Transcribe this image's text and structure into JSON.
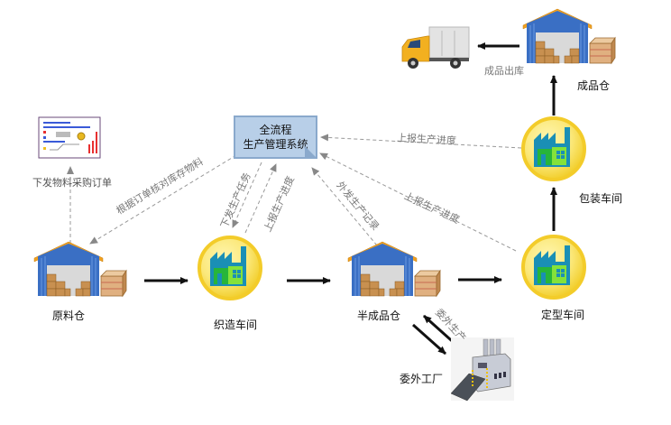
{
  "system": {
    "line1": "全流程",
    "line2": "生产管理系统"
  },
  "nodes": {
    "raw_warehouse": "原料仓",
    "weaving_workshop": "织造车间",
    "semi_warehouse": "半成品仓",
    "shaping_workshop": "定型车间",
    "packing_workshop": "包装车间",
    "finished_warehouse": "成品仓",
    "outsource_factory": "委外工厂",
    "purchase_order": "下发物料采购订单"
  },
  "flows": {
    "finished_out": "成品出库",
    "check_inventory": "根据订单核对库存物料",
    "issue_task": "下发生产任务",
    "report_progress_weaving": "上报生产进度",
    "outsource_record": "外发生产记录",
    "report_progress_shaping": "上报生产进度",
    "report_progress_packing": "上报生产进度",
    "outsource_production": "委外生产"
  },
  "colors": {
    "system_fill": "#b8cfe8",
    "system_border": "#8aa9cc",
    "workshop_circle": "#f5d63c",
    "factory_blue": "#1a8fb5",
    "factory_green": "#7ee23a",
    "warehouse_blue": "#3a6fc4",
    "roof_orange": "#f0a020",
    "dashed_line": "#999999",
    "solid_arrow": "#111111"
  }
}
